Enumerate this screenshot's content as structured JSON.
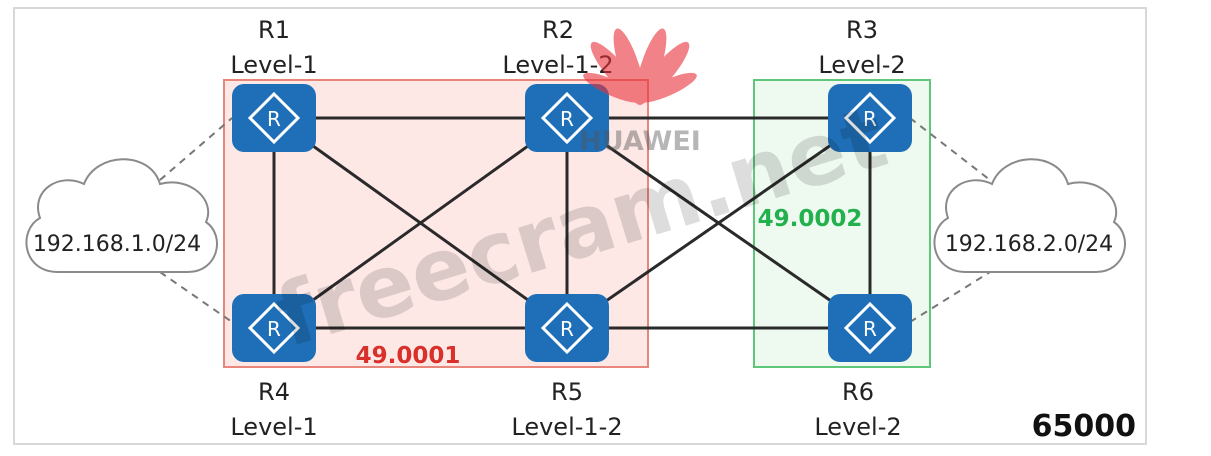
{
  "as_number": "65000",
  "areas": {
    "area1": {
      "label": "49.0001",
      "color": "#d9302b"
    },
    "area2": {
      "label": "49.0002",
      "color": "#22b14c"
    }
  },
  "networks": {
    "left": "192.168.1.0/24",
    "right": "192.168.2.0/24"
  },
  "routers": {
    "r1": {
      "name": "R1",
      "level": "Level-1"
    },
    "r2": {
      "name": "R2",
      "level": "Level-1-2"
    },
    "r3": {
      "name": "R3",
      "level": "Level-2"
    },
    "r4": {
      "name": "R4",
      "level": "Level-1"
    },
    "r5": {
      "name": "R5",
      "level": "Level-1-2"
    },
    "r6": {
      "name": "R6",
      "level": "Level-2"
    }
  },
  "router_icon_glyph": "R",
  "watermarks": {
    "site": "freecram.net",
    "brand": "HUAWEI"
  },
  "colors": {
    "router_fill": "#1f6fb8",
    "link": "#2a2a2a",
    "area1_fill": "#fde8e6",
    "area2_fill": "#eefaf0"
  }
}
